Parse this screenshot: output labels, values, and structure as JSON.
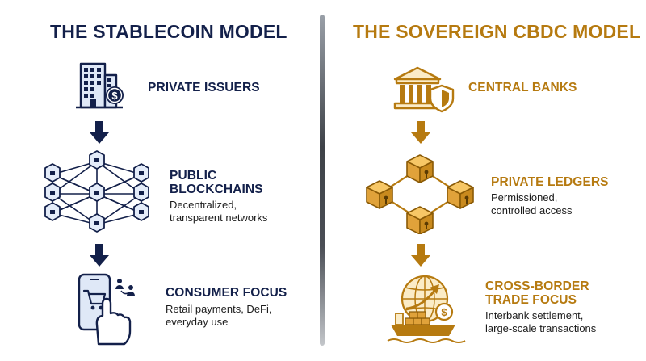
{
  "left": {
    "title": "THE STABLECOIN MODEL",
    "color": "#13204a",
    "stage1": {
      "label": "PRIVATE ISSUERS",
      "icon": "office-building-dollar-icon"
    },
    "stage2": {
      "label_line1": "PUBLIC",
      "label_line2": "BLOCKCHAINS",
      "desc_line1": "Decentralized,",
      "desc_line2": "transparent networks",
      "icon": "blockchain-network-icon"
    },
    "stage3": {
      "label": "CONSUMER FOCUS",
      "desc_line1": "Retail payments, DeFi,",
      "desc_line2": "everyday use",
      "icon": "smartphone-cart-icon"
    }
  },
  "right": {
    "title": "THE SOVEREIGN CBDC MODEL",
    "color": "#b67a10",
    "stage1": {
      "label": "CENTRAL BANKS",
      "icon": "bank-shield-icon"
    },
    "stage2": {
      "label": "PRIVATE LEDGERS",
      "desc_line1": "Permissioned,",
      "desc_line2": "controlled access",
      "icon": "permissioned-ledger-icon"
    },
    "stage3": {
      "label_line1": "CROSS-BORDER",
      "label_line2": "TRADE FOCUS",
      "desc_line1": "Interbank settlement,",
      "desc_line2": "large-scale transactions",
      "icon": "cargo-ship-globe-icon"
    }
  }
}
